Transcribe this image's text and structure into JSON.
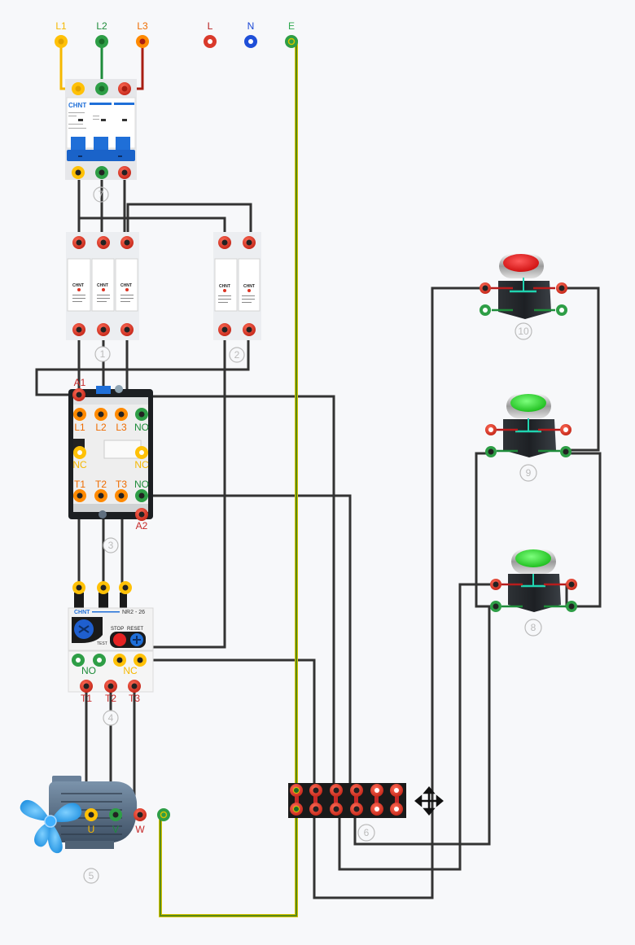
{
  "supply": {
    "three_phase": [
      {
        "label": "L1",
        "color": "#f5b800"
      },
      {
        "label": "L2",
        "color": "#1e8c3a"
      },
      {
        "label": "L3",
        "color": "#ef6c00"
      }
    ],
    "single_phase": [
      {
        "label": "L",
        "color": "#c62828"
      },
      {
        "label": "N",
        "color": "#1a47d6"
      },
      {
        "label": "E",
        "color": "#2fa84f"
      }
    ]
  },
  "components": {
    "breaker": {
      "brand": "CHNT",
      "number": "7"
    },
    "fuse_3p": {
      "brand": "CHNT",
      "number": "1"
    },
    "fuse_2p": {
      "brand": "CHNT",
      "number": "2"
    },
    "contactor": {
      "number": "3",
      "coil_top": "A1",
      "coil_bottom": "A2",
      "top_terminals": [
        "L1",
        "L2",
        "L3",
        "NO"
      ],
      "aux_left": "NC",
      "aux_right": "NC",
      "bottom_terminals": [
        "T1",
        "T2",
        "T3",
        "NO"
      ]
    },
    "overload_relay": {
      "number": "4",
      "brand": "CHNT",
      "model": "NR2 - 26",
      "stop_label": "STOP",
      "reset_label": "RESET",
      "test_label": "TEST",
      "aux_no": "NO",
      "aux_nc": "NC",
      "outputs": [
        "T1",
        "T2",
        "T3"
      ]
    },
    "motor": {
      "number": "5",
      "terminals": [
        "U",
        "V",
        "W"
      ]
    },
    "terminal_block": {
      "number": "6"
    },
    "buttons": [
      {
        "number": "10",
        "cap_color": "red"
      },
      {
        "number": "9",
        "cap_color": "green"
      },
      {
        "number": "8",
        "cap_color": "green"
      }
    ]
  },
  "colors": {
    "wire": "#333333",
    "earth_wire": "#5a8a12",
    "terminal_red": "#d93a2b",
    "terminal_yellow": "#ffc107",
    "terminal_green": "#2e9e46",
    "terminal_orange": "#ff8a00",
    "button_red": "#e52222",
    "button_green": "#39d939",
    "contact_teal": "#20d4b0"
  }
}
